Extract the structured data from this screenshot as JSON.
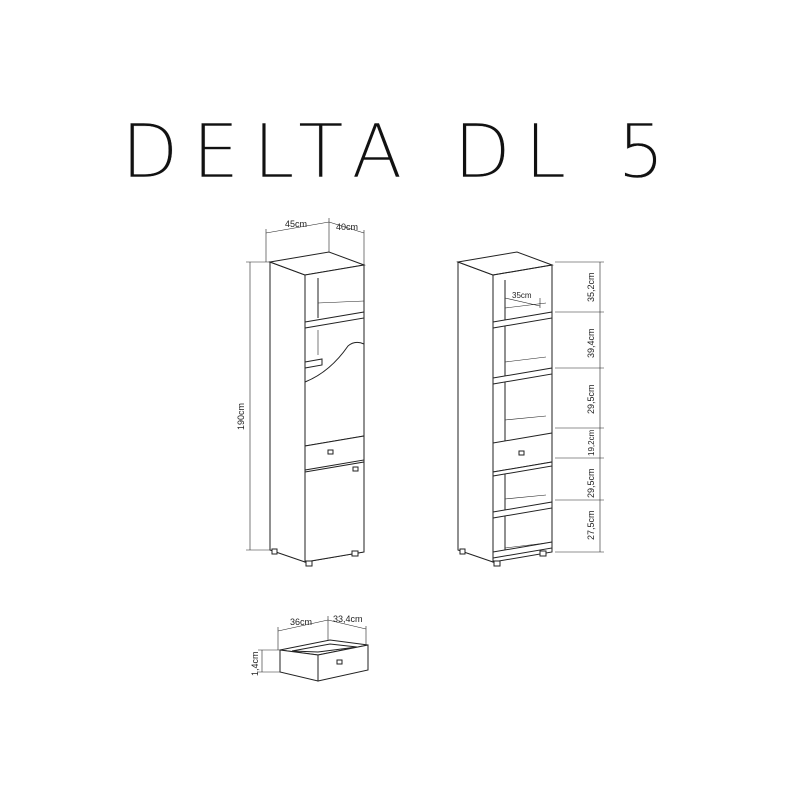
{
  "title": "DELTA DL 5",
  "left_view": {
    "width_label": "45cm",
    "depth_label": "40cm",
    "height_label": "190cm"
  },
  "right_view": {
    "inner_depth_label": "35cm",
    "section_labels": [
      "35,2cm",
      "39,4cm",
      "29,5cm",
      "19,2cm",
      "29,5cm",
      "27,5cm"
    ]
  },
  "drawer": {
    "width_label": "36cm",
    "depth_label": "33,4cm",
    "height_label": "1,4cm"
  }
}
